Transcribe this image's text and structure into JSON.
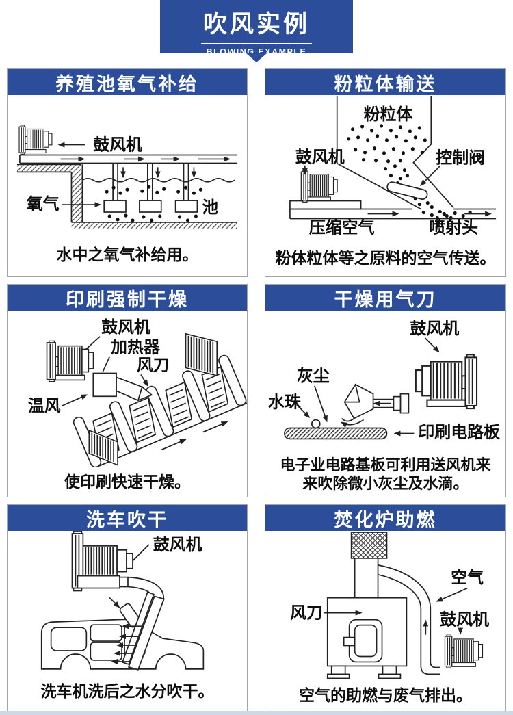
{
  "banner": {
    "title": "吹风实例",
    "subtitle": "BLOWING EXAMPLE"
  },
  "colors": {
    "accent_blue": "#2c4d9a"
  },
  "panels": [
    {
      "title": "养殖池氧气补给",
      "caption": "水中之氧气补给用。",
      "labels": {
        "blower": "鼓风机",
        "oxygen": "氧气",
        "pond": "池"
      }
    },
    {
      "title": "粉粒体输送",
      "caption": "粉体粒体等之原料的空气传送。",
      "labels": {
        "powder": "粉粒体",
        "blower": "鼓风机",
        "control_valve": "控制阀",
        "compressed_air": "压缩空气",
        "jet_nozzle": "喷射头"
      }
    },
    {
      "title": "印刷强制干燥",
      "caption": "使印刷快速干燥。",
      "labels": {
        "blower": "鼓风机",
        "heater": "加热器",
        "air_knife": "风刀",
        "warm_air": "温风"
      }
    },
    {
      "title": "干燥用气刀",
      "caption_line1": "电子业电路基板可利用送风机来",
      "caption_line2": "来吹除微小灰尘及水滴。",
      "labels": {
        "blower": "鼓风机",
        "dust": "灰尘",
        "water_drop": "水珠",
        "circuit_board": "印刷电路板"
      }
    },
    {
      "title": "洗车吹干",
      "caption": "洗车机洗后之水分吹干。",
      "labels": {
        "blower": "鼓风机"
      }
    },
    {
      "title": "焚化炉助燃",
      "caption": "空气的助燃与废气排出。",
      "labels": {
        "air": "空气",
        "air_knife": "风刀",
        "blower": "鼓风机"
      }
    }
  ]
}
